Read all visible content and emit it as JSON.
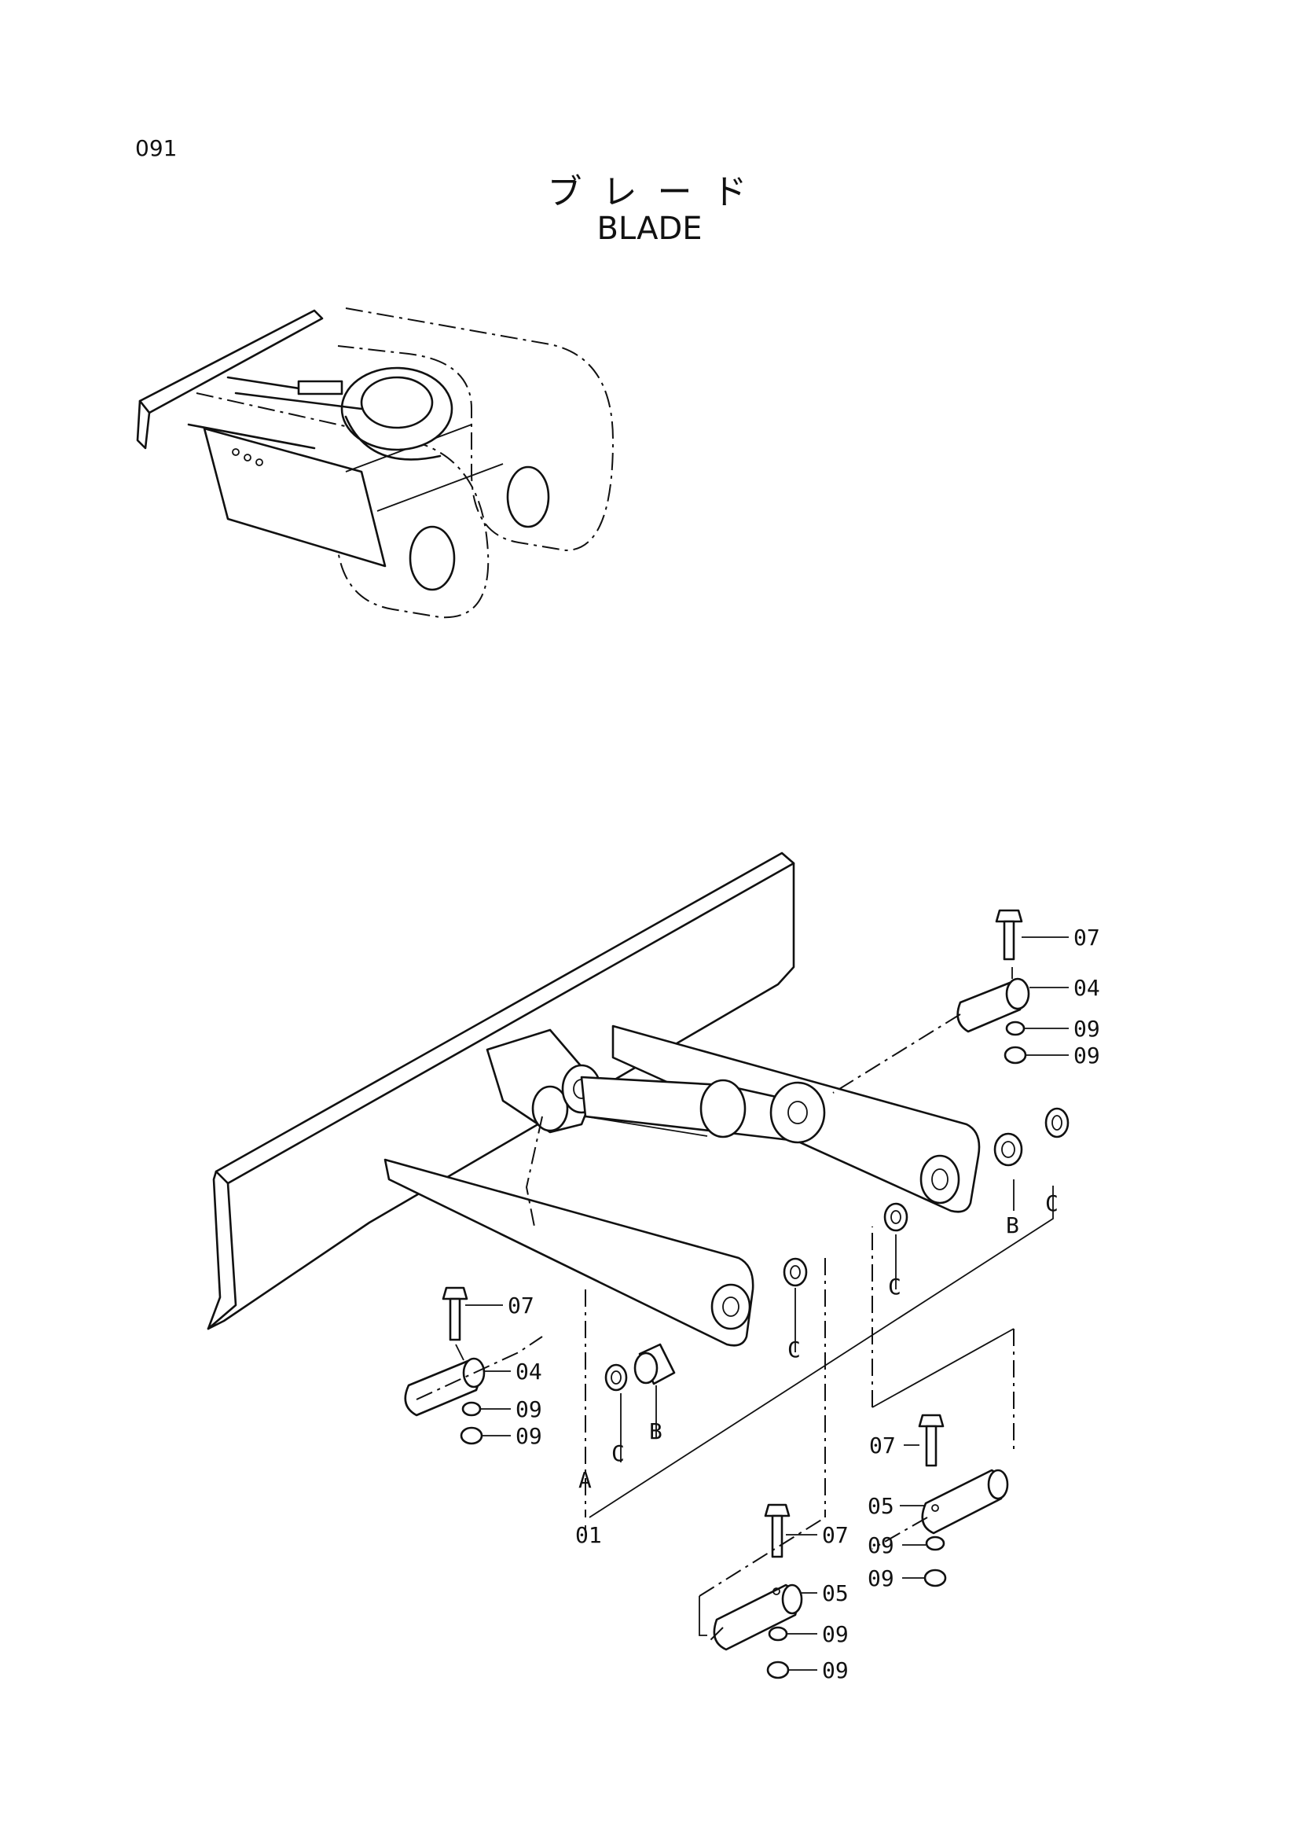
{
  "header": {
    "page_number": "091",
    "title_jp": "ブ レ ー ド",
    "title_en": "BLADE"
  },
  "labels": {
    "part_07": "07",
    "part_04": "04",
    "part_09": "09",
    "part_05": "05",
    "part_01": "01",
    "ref_a": "A",
    "ref_b": "B",
    "ref_c": "C"
  }
}
